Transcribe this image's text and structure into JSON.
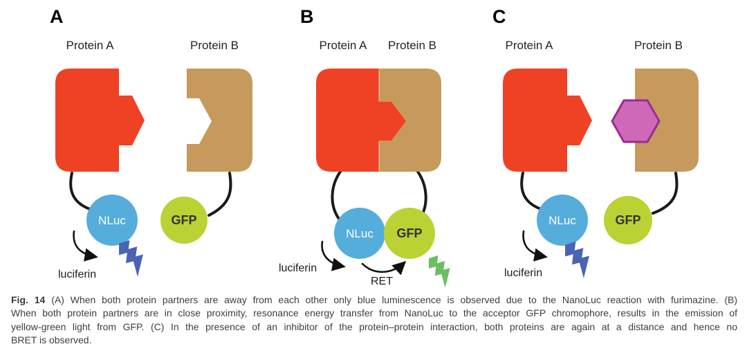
{
  "figure": {
    "caption_label": "Fig. 14",
    "caption_lines": [
      "(A) When both protein partners are away from each other only blue luminescence is observed due to the NanoLuc reaction with furimazine. (B)",
      "When both protein partners are in close proximity, resonance energy transfer from NanoLuc to the acceptor GFP chromophore, results in the emission of",
      "yellow-green light from GFP. (C) In the presence of an inhibitor of the protein–protein interaction, both proteins are again at a distance and hence no",
      "BRET is observed."
    ]
  },
  "panels": [
    {
      "label": "A",
      "protein_a_label": "Protein A",
      "protein_b_label": "Protein B",
      "donor_label": "NLuc",
      "acceptor_label": "GFP",
      "substrate_label": "luciferin"
    },
    {
      "label": "B",
      "protein_a_label": "Protein A",
      "protein_b_label": "Protein B",
      "donor_label": "NLuc",
      "acceptor_label": "GFP",
      "substrate_label": "luciferin",
      "ret_label": "RET"
    },
    {
      "label": "C",
      "protein_a_label": "Protein A",
      "protein_b_label": "Protein B",
      "donor_label": "NLuc",
      "acceptor_label": "GFP",
      "substrate_label": "luciferin"
    }
  ],
  "colors": {
    "protein_a_red": "#EF4123",
    "protein_b_tan": "#C59A5C",
    "nluc_blue": "#55ADDC",
    "gfp_green": "#BCD133",
    "blue_emission": "#4A63B2",
    "green_emission": "#6BBE61",
    "inhibitor_fill": "#D068B8",
    "inhibitor_stroke": "#9A2B91"
  }
}
